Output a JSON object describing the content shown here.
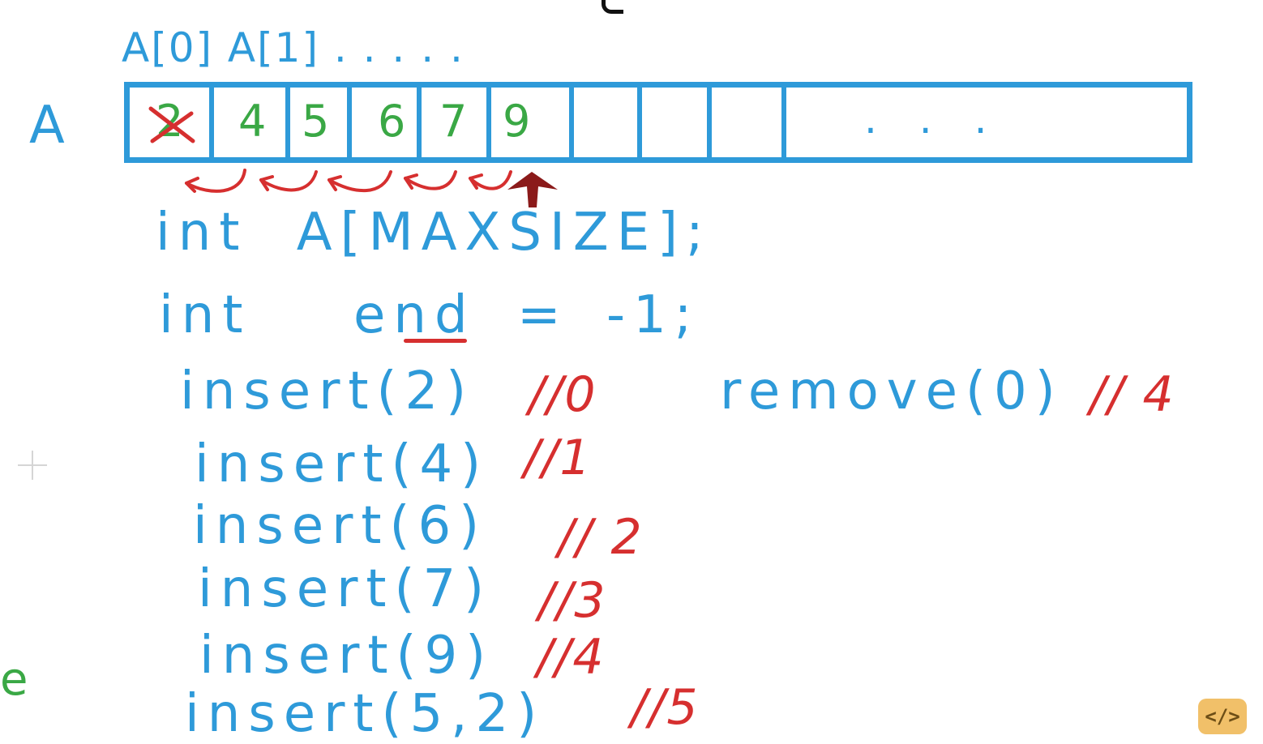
{
  "array_name": "A",
  "index_header": "A[0] A[1] . . . . .",
  "cells": [
    "2",
    "4",
    "5",
    "6",
    "7",
    "9",
    "",
    "",
    "",
    ". . ."
  ],
  "code": {
    "decl_array": "int   A[MAXSIZE];",
    "decl_end_kw": "int",
    "decl_end_var": "end",
    "decl_end_rest": "= -1;"
  },
  "inserts": [
    {
      "call": "insert(2)",
      "comment": "//0"
    },
    {
      "call": "insert(4)",
      "comment": "//1"
    },
    {
      "call": "insert(6)",
      "comment": "// 2"
    },
    {
      "call": "insert(7)",
      "comment": "//3"
    },
    {
      "call": "insert(9)",
      "comment": "//4"
    },
    {
      "call": "insert(5,2)",
      "comment": "//5"
    }
  ],
  "remove": {
    "call": "remove(0)",
    "comment": "// 4"
  },
  "margin_text": "e",
  "badge_icon": "code-brackets-icon",
  "colors": {
    "blue": "#2e9ad9",
    "red": "#d62f2f",
    "green": "#3aa845",
    "dark_red": "#8b1a1a"
  }
}
